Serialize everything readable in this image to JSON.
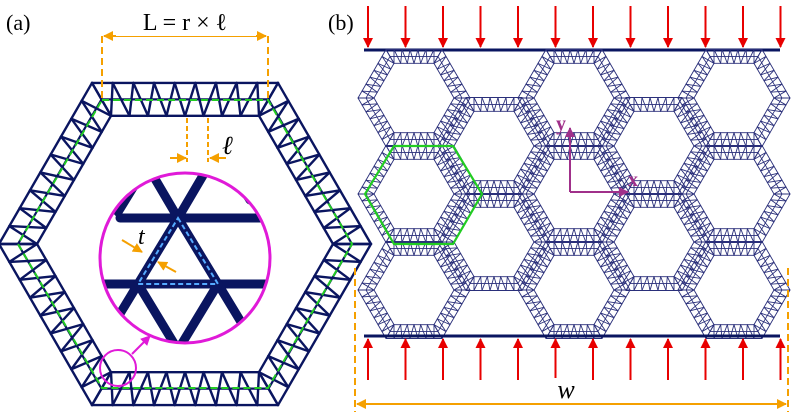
{
  "panel_a": {
    "label": "(a)",
    "length_formula": "L = r × ℓ",
    "cell_length": "ℓ",
    "thickness": "t"
  },
  "panel_b": {
    "label": "(b)",
    "axis_y": "y",
    "axis_x": "x",
    "width": "w"
  },
  "colors": {
    "lattice": "#0a1560",
    "lattice_mesh": "#2a2f7a",
    "dimension": "#f5a000",
    "centerline": "#22cc22",
    "zoom": "#e01ad8",
    "load_arrow": "#e80000",
    "axes": "#a0308a",
    "inset_dash": "#55aaff"
  }
}
